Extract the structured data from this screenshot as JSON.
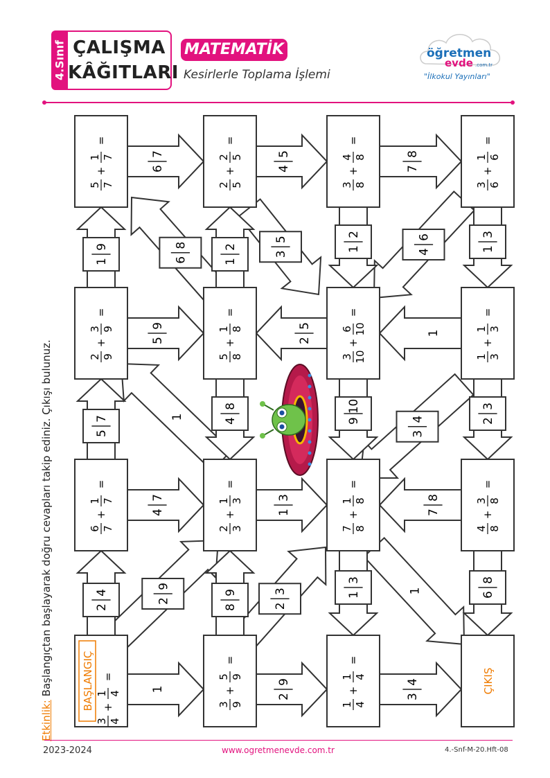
{
  "header": {
    "grade": "4.Sınıf",
    "title_line1": "ÇALIŞMA",
    "title_line2": "KÂĞITLARI",
    "subject": "MATEMATİK",
    "subtitle": "Kesirlerle Toplama İşlemi",
    "logo_main1": "öğretmen",
    "logo_main2": "evde",
    "logo_domain": ".com.tr",
    "logo_tagline": "\"İlkokul Yayınları\""
  },
  "instructions": {
    "label": "Etkinlik:",
    "text": "Başlangıçtan başlayarak doğru cevapları takip ediniz. Çıkışı bulunuz."
  },
  "maze": {
    "start_label": "BAŞLANGIÇ",
    "exit_label": "ÇIKIŞ",
    "boxes": [
      {
        "id": "r0c0",
        "a": "5",
        "b": "7",
        "c": "1",
        "d": "7"
      },
      {
        "id": "r0c1",
        "a": "2",
        "b": "5",
        "c": "2",
        "d": "5"
      },
      {
        "id": "r0c2",
        "a": "3",
        "b": "8",
        "c": "4",
        "d": "8"
      },
      {
        "id": "r0c3",
        "a": "3",
        "b": "6",
        "c": "1",
        "d": "6"
      },
      {
        "id": "r1c0",
        "a": "2",
        "b": "9",
        "c": "3",
        "d": "9"
      },
      {
        "id": "r1c1",
        "a": "5",
        "b": "8",
        "c": "1",
        "d": "8"
      },
      {
        "id": "r1c2",
        "a": "3",
        "b": "10",
        "c": "6",
        "d": "10"
      },
      {
        "id": "r1c3",
        "a": "1",
        "b": "3",
        "c": "1",
        "d": "3"
      },
      {
        "id": "r2c0",
        "a": "6",
        "b": "7",
        "c": "1",
        "d": "7"
      },
      {
        "id": "r2c1",
        "a": "2",
        "b": "3",
        "c": "1",
        "d": "3"
      },
      {
        "id": "r2c2",
        "a": "7",
        "b": "8",
        "c": "1",
        "d": "8"
      },
      {
        "id": "r2c3",
        "a": "4",
        "b": "8",
        "c": "3",
        "d": "8"
      },
      {
        "id": "r3c0",
        "a": "3",
        "b": "4",
        "c": "1",
        "d": "4"
      },
      {
        "id": "r3c1",
        "a": "3",
        "b": "9",
        "c": "5",
        "d": "9"
      },
      {
        "id": "r3c2",
        "a": "1",
        "b": "4",
        "c": "1",
        "d": "4"
      }
    ],
    "arrows_h": [
      {
        "id": "h00",
        "n": "6",
        "d": "7"
      },
      {
        "id": "h01",
        "n": "4",
        "d": "5"
      },
      {
        "id": "h02",
        "n": "7",
        "d": "8"
      },
      {
        "id": "h10",
        "n": "5",
        "d": "9"
      },
      {
        "id": "h11",
        "n": "2",
        "d": "5"
      },
      {
        "id": "h12",
        "n": "1",
        "d": ""
      },
      {
        "id": "h20",
        "n": "4",
        "d": "7"
      },
      {
        "id": "h21",
        "n": "1",
        "d": "3"
      },
      {
        "id": "h22",
        "n": "7",
        "d": "8"
      },
      {
        "id": "h30",
        "n": "1",
        "d": ""
      },
      {
        "id": "h31",
        "n": "2",
        "d": "9"
      },
      {
        "id": "h32",
        "n": "3",
        "d": "4"
      }
    ],
    "arrows_v": [
      {
        "id": "v00",
        "n": "1",
        "d": "9"
      },
      {
        "id": "v01",
        "n": "1",
        "d": "2"
      },
      {
        "id": "v02",
        "n": "1",
        "d": "2"
      },
      {
        "id": "v03",
        "n": "1",
        "d": "3"
      },
      {
        "id": "v10",
        "n": "5",
        "d": "7"
      },
      {
        "id": "v11",
        "n": "4",
        "d": "8"
      },
      {
        "id": "v12",
        "n": "9",
        "d": "10"
      },
      {
        "id": "v13",
        "n": "2",
        "d": "3"
      },
      {
        "id": "v20",
        "n": "2",
        "d": "4"
      },
      {
        "id": "v21",
        "n": "8",
        "d": "9"
      },
      {
        "id": "v22",
        "n": "1",
        "d": "3"
      },
      {
        "id": "v23",
        "n": "6",
        "d": "8"
      }
    ],
    "arrows_d": [
      {
        "id": "d1",
        "n": "6",
        "d": "8"
      },
      {
        "id": "d2",
        "n": "3",
        "d": "5"
      },
      {
        "id": "d3",
        "n": "4",
        "d": "6"
      },
      {
        "id": "d4",
        "n": "1",
        "d": ""
      },
      {
        "id": "d5",
        "n": "3",
        "d": "4"
      },
      {
        "id": "d6",
        "n": "2",
        "d": "9"
      },
      {
        "id": "d7",
        "n": "2",
        "d": "3"
      },
      {
        "id": "d8",
        "n": "1",
        "d": ""
      }
    ]
  },
  "footer": {
    "year": "2023-2024",
    "website": "www.ogretmenevde.com.tr",
    "code": "4.-Snf-M-20.Hft-08"
  },
  "colors": {
    "accent": "#e2127e",
    "orange": "#ef7b00",
    "blue": "#1b6fb8"
  }
}
